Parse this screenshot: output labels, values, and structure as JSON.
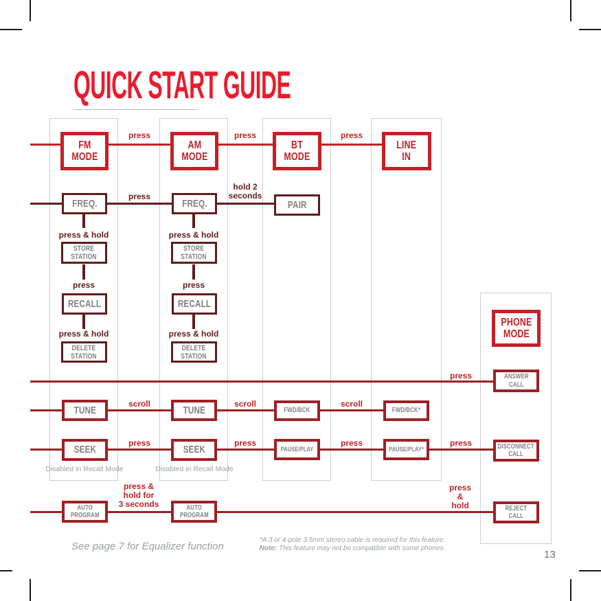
{
  "title": "QUICK START GUIDE",
  "page_number": "13",
  "nodes": {
    "fm_mode": [
      "FM",
      "MODE"
    ],
    "am_mode": [
      "AM",
      "MODE"
    ],
    "bt_mode": [
      "BT",
      "MODE"
    ],
    "line_in": [
      "LINE",
      "IN"
    ],
    "phone_mode": [
      "PHONE",
      "MODE"
    ],
    "freq": "FREQ.",
    "pair": "PAIR",
    "store_station": [
      "STORE",
      "STATION"
    ],
    "recall": "RECALL",
    "delete_station": [
      "DELETE",
      "STATION"
    ],
    "tune": "TUNE",
    "seek": "SEEK",
    "fwd_bck": "FWD/BCK",
    "fwd_bck_star": "FWD/BCK*",
    "pause_play": "PAUSE/PLAY",
    "pause_play_star": "PAUSE/PLAY*",
    "auto_program": [
      "AUTO",
      "PROGRAM"
    ],
    "answer_call": [
      "ANSWER",
      "CALL"
    ],
    "disconnect_call": [
      "DISCONNECT",
      "CALL"
    ],
    "reject_call": [
      "REJECT",
      "CALL"
    ]
  },
  "actions": {
    "press": "press",
    "scroll": "scroll",
    "press_and_hold": "press & hold",
    "hold_2_seconds": [
      "hold 2",
      "seconds"
    ],
    "press_hold_3_seconds": [
      "press &",
      "hold for",
      "3 seconds"
    ],
    "press_and_hold_stacked": [
      "press",
      "&",
      "hold"
    ]
  },
  "notes": {
    "disabled_recall": "Disabled in Recall Mode",
    "equalizer": "See page 7 for Equalizer function",
    "footnote_line1": "*A 3 or 4-pole 3.5mm stereo cable is required for this feature.",
    "footnote_note_label": "Note:",
    "footnote_line2": " This feature may not be compatible with some phones."
  },
  "colors": {
    "title-red": "#e81c2d",
    "crimson": "#c32127",
    "maroon": "#5f1c1c",
    "brick": "#9d2124",
    "box-text": "#7e8083",
    "column-border": "#cdced0",
    "note-gray": "#9aa0a3",
    "page-gray": "#6f7073"
  }
}
